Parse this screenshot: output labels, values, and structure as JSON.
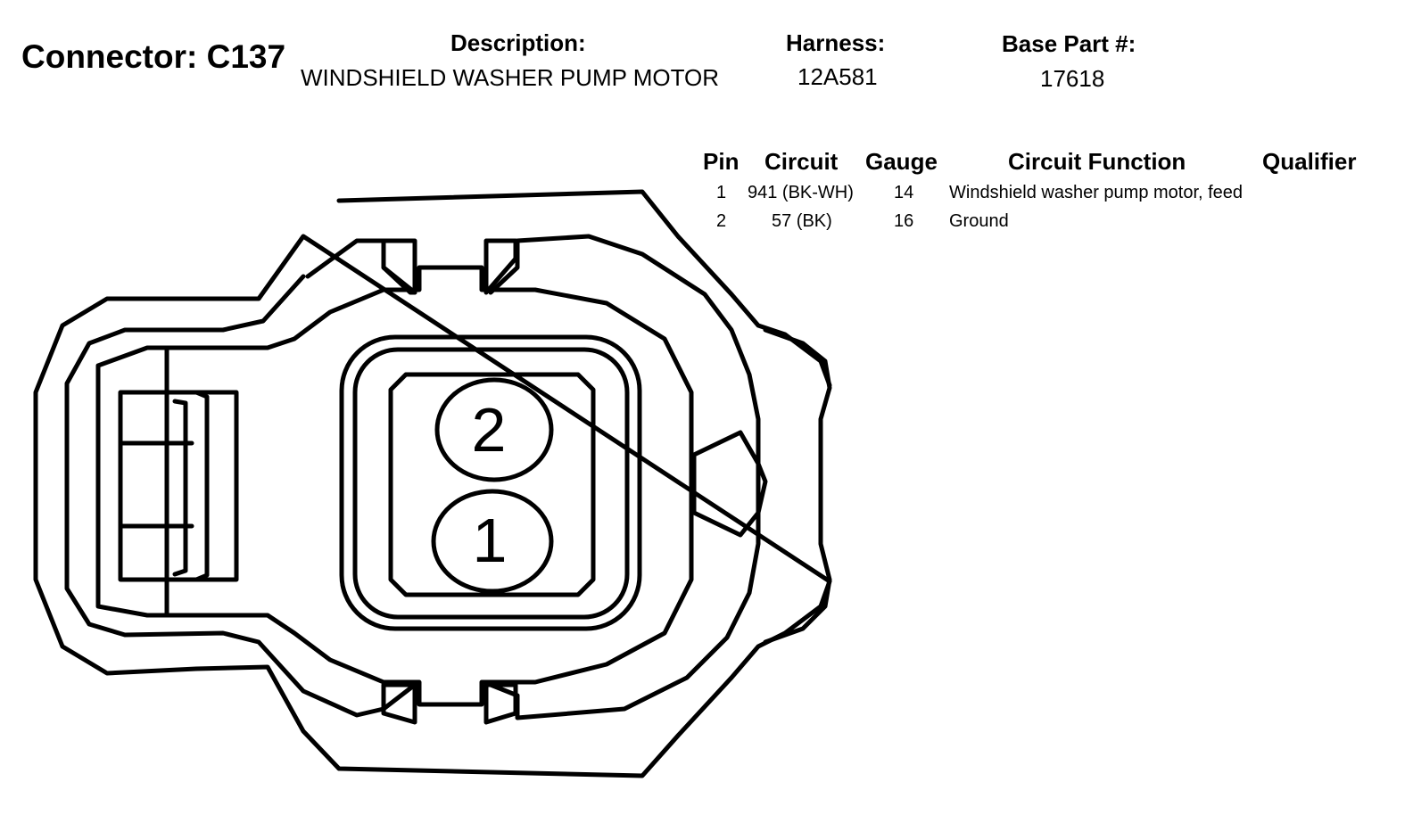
{
  "connector": {
    "label": "Connector:",
    "id": "C137"
  },
  "header": {
    "description": {
      "label": "Description:",
      "value": "WINDSHIELD WASHER PUMP MOTOR"
    },
    "harness": {
      "label": "Harness:",
      "value": "12A581"
    },
    "base_part": {
      "label": "Base Part #:",
      "value": "17618"
    }
  },
  "pin_table": {
    "columns": [
      "Pin",
      "Circuit",
      "Gauge",
      "Circuit Function",
      "Qualifier"
    ],
    "rows": [
      {
        "pin": "1",
        "circuit": "941 (BK-WH)",
        "gauge": "14",
        "function": "Windshield washer pump motor, feed",
        "qualifier": ""
      },
      {
        "pin": "2",
        "circuit": "57 (BK)",
        "gauge": "16",
        "function": "Ground",
        "qualifier": ""
      }
    ]
  },
  "diagram": {
    "pin_labels": [
      "2",
      "1"
    ]
  }
}
